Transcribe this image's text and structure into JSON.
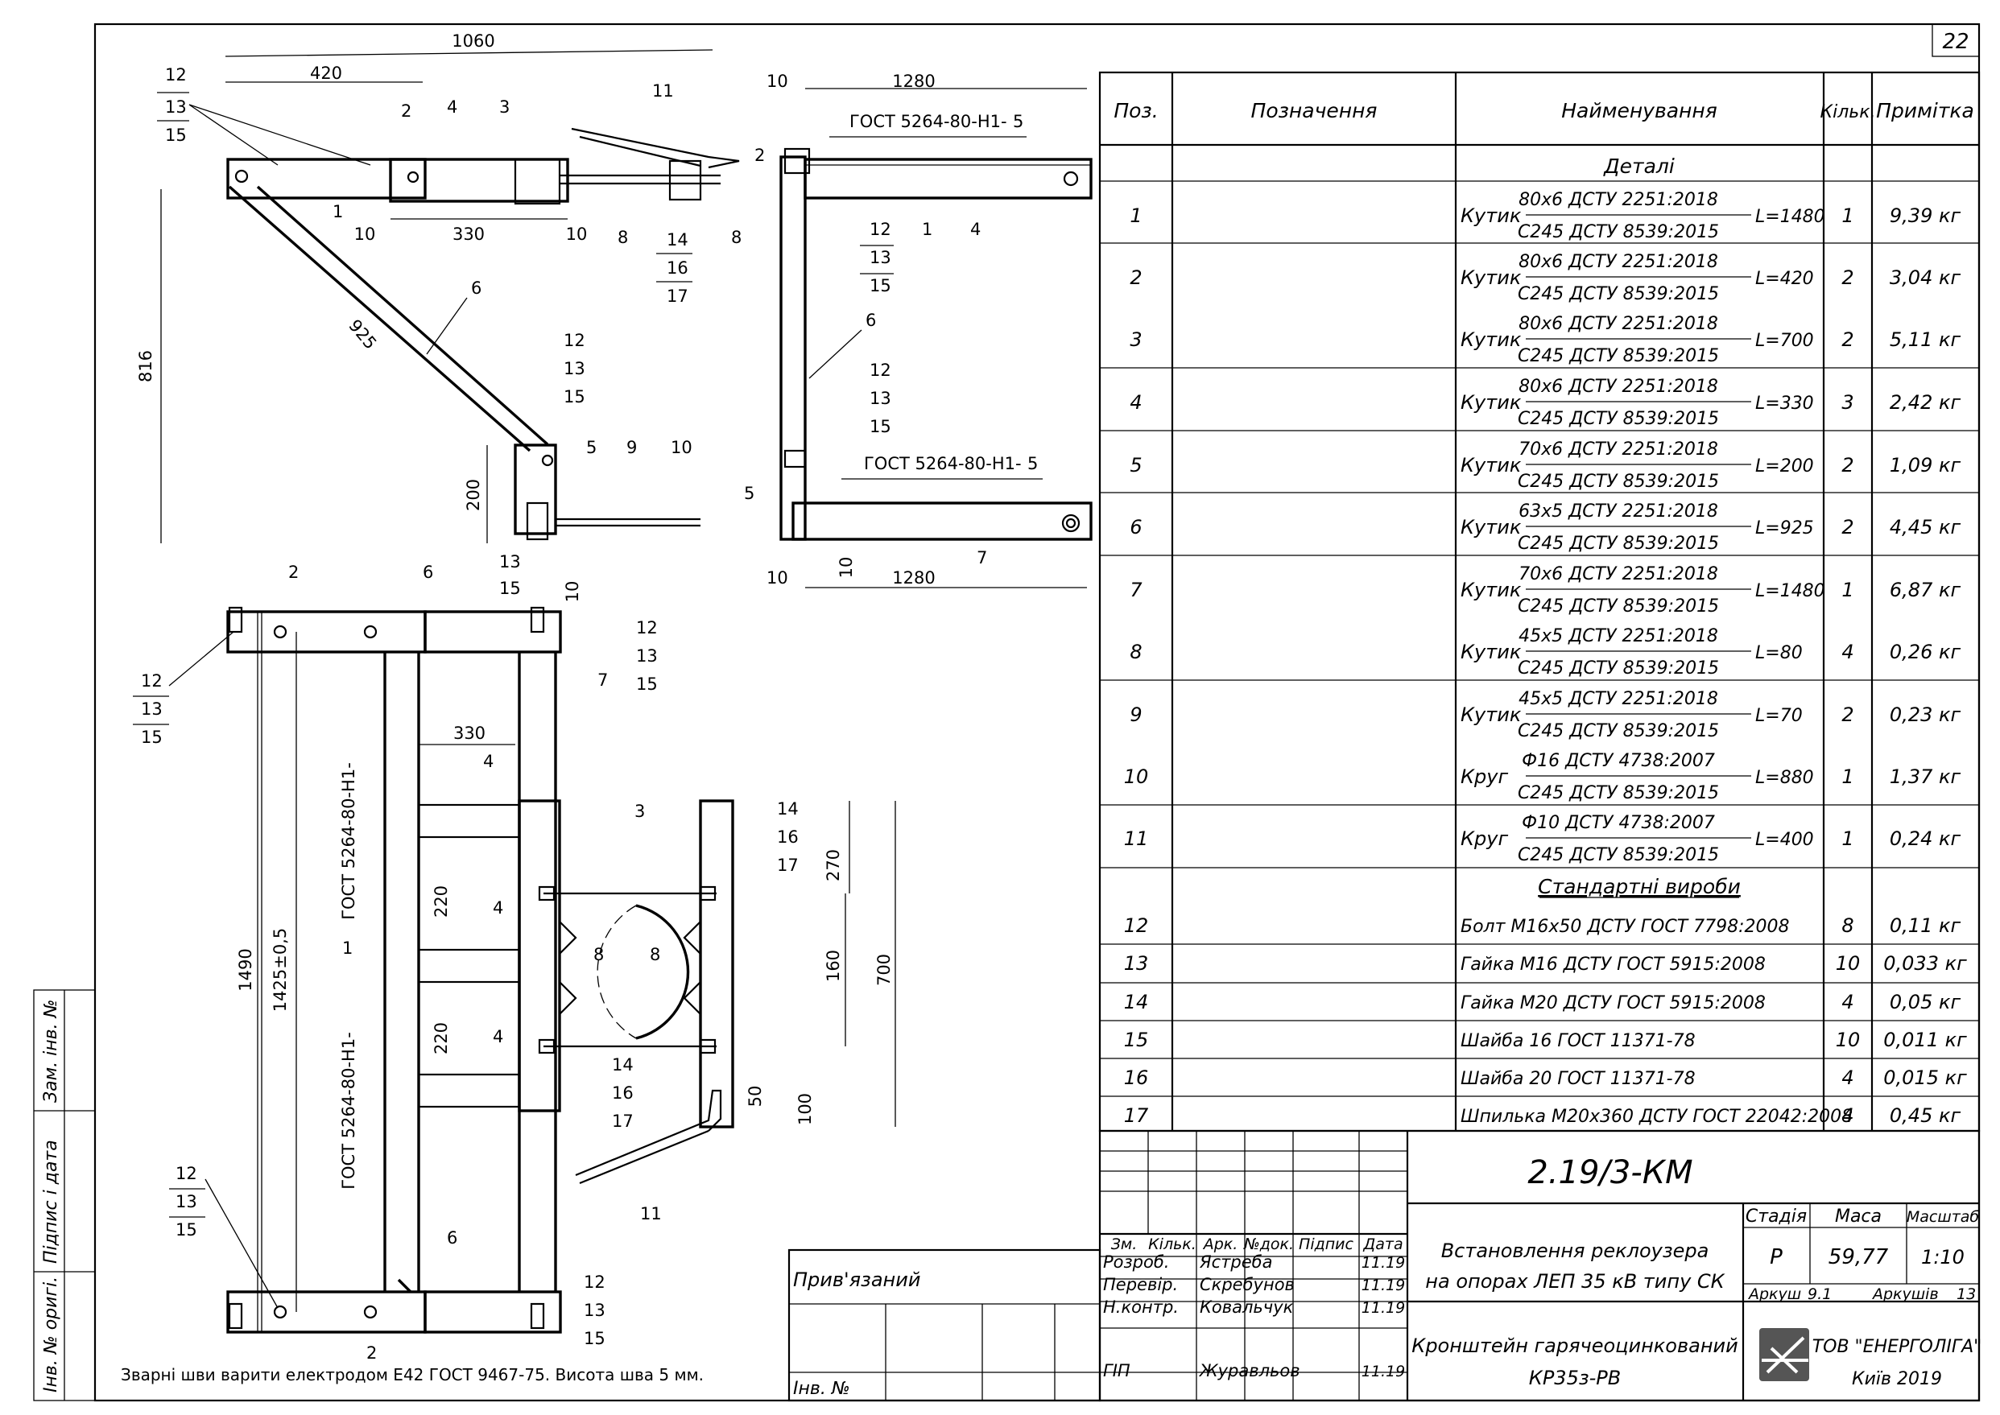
{
  "sheet_number": "22",
  "table": {
    "headers": [
      "Поз.",
      "Позначення",
      "Найменування",
      "Кільк.",
      "Примітка"
    ],
    "section_details": "Деталі",
    "section_standard": "Стандартні вироби",
    "rows": [
      {
        "pos": "1",
        "type": "Кутик",
        "top": "80x6 ДСТУ 2251:2018",
        "bottom": "С245 ДСТУ 8539:2015",
        "len": "L=1480",
        "qty": "1",
        "note": "9,39 кг"
      },
      {
        "pos": "2",
        "type": "Кутик",
        "top": "80x6 ДСТУ 2251:2018",
        "bottom": "С245 ДСТУ 8539:2015",
        "len": "L=420",
        "qty": "2",
        "note": "3,04 кг"
      },
      {
        "pos": "3",
        "type": "Кутик",
        "top": "80x6 ДСТУ 2251:2018",
        "bottom": "С245 ДСТУ 8539:2015",
        "len": "L=700",
        "qty": "2",
        "note": "5,11 кг"
      },
      {
        "pos": "4",
        "type": "Кутик",
        "top": "80x6 ДСТУ 2251:2018",
        "bottom": "С245 ДСТУ 8539:2015",
        "len": "L=330",
        "qty": "3",
        "note": "2,42 кг"
      },
      {
        "pos": "5",
        "type": "Кутик",
        "top": "70x6 ДСТУ 2251:2018",
        "bottom": "С245 ДСТУ 8539:2015",
        "len": "L=200",
        "qty": "2",
        "note": "1,09 кг"
      },
      {
        "pos": "6",
        "type": "Кутик",
        "top": "63x5 ДСТУ 2251:2018",
        "bottom": "С245 ДСТУ 8539:2015",
        "len": "L=925",
        "qty": "2",
        "note": "4,45 кг"
      },
      {
        "pos": "7",
        "type": "Кутик",
        "top": "70x6 ДСТУ 2251:2018",
        "bottom": "С245 ДСТУ 8539:2015",
        "len": "L=1480",
        "qty": "1",
        "note": "6,87 кг"
      },
      {
        "pos": "8",
        "type": "Кутик",
        "top": "45x5 ДСТУ 2251:2018",
        "bottom": "С245 ДСТУ 8539:2015",
        "len": "L=80",
        "qty": "4",
        "note": "0,26 кг"
      },
      {
        "pos": "9",
        "type": "Кутик",
        "top": "45x5 ДСТУ 2251:2018",
        "bottom": "С245 ДСТУ 8539:2015",
        "len": "L=70",
        "qty": "2",
        "note": "0,23 кг"
      },
      {
        "pos": "10",
        "type": "Круг",
        "top": "Ф16 ДСТУ 4738:2007",
        "bottom": "С245 ДСТУ 8539:2015",
        "len": "L=880",
        "qty": "1",
        "note": "1,37 кг"
      },
      {
        "pos": "11",
        "type": "Круг",
        "top": "Ф10 ДСТУ 4738:2007",
        "bottom": "С245 ДСТУ 8539:2015",
        "len": "L=400",
        "qty": "1",
        "note": "0,24 кг"
      }
    ],
    "standard_rows": [
      {
        "pos": "12",
        "name": "Болт М16х50 ДСТУ ГОСТ 7798:2008",
        "qty": "8",
        "note": "0,11 кг"
      },
      {
        "pos": "13",
        "name": "Гайка М16 ДСТУ ГОСТ 5915:2008",
        "qty": "10",
        "note": "0,033 кг"
      },
      {
        "pos": "14",
        "name": "Гайка М20 ДСТУ ГОСТ 5915:2008",
        "qty": "4",
        "note": "0,05 кг"
      },
      {
        "pos": "15",
        "name": "Шайба 16 ГОСТ 11371-78",
        "qty": "10",
        "note": "0,011 кг"
      },
      {
        "pos": "16",
        "name": "Шайба 20 ГОСТ 11371-78",
        "qty": "4",
        "note": "0,015 кг"
      },
      {
        "pos": "17",
        "name": "Шпилька М20х360 ДСТУ ГОСТ 22042:2008",
        "qty": "4",
        "note": "0,45 кг"
      }
    ]
  },
  "title_block": {
    "code": "2.19/3-КМ",
    "col_headers": [
      "Зм.",
      "Кільк.",
      "Арк.",
      "№док.",
      "Підпис",
      "Дата"
    ],
    "people": [
      {
        "role": "Розроб.",
        "name": "Ястреба",
        "date": "11.19"
      },
      {
        "role": "Перевір.",
        "name": "Скребунов",
        "date": "11.19"
      },
      {
        "role": "Н.контр.",
        "name": "Ковальчук",
        "date": "11.19"
      },
      {
        "role": "ГІП",
        "name": "Журавльов",
        "date": "11.19"
      }
    ],
    "project_line1": "Встановлення реклоузера",
    "project_line2": "на опорах ЛЕП 35 кВ типу СК",
    "stage_label": "Стадія",
    "mass_label": "Маса",
    "scale_label": "Масштаб",
    "stage": "Р",
    "mass": "59,77",
    "scale": "1:10",
    "sheet_label": "Аркуш",
    "sheet": "9.1",
    "sheets_label": "Аркушів",
    "sheets": "13",
    "drawing_line1": "Кронштейн гарячеоцинкований",
    "drawing_line2": "КР35з-РВ",
    "org_line1": "ТОВ \"ЕНЕРГОЛІГА\"",
    "org_line2": "Київ 2019",
    "linked_label": "Прив'язаний",
    "inv_label": "Інв. №"
  },
  "side_stamp": [
    "Інв. № оригі.",
    "Підпис і дата",
    "Зам. інв. №"
  ],
  "note": "Зварні шви варити електродом Е42 ГОСТ 9467-75. Висота шва 5 мм.",
  "drawing": {
    "dims": [
      "1060",
      "420",
      "330",
      "816",
      "925",
      "200",
      "10",
      "1280",
      "1490",
      "1425±0,5",
      "220",
      "270",
      "160",
      "700",
      "50",
      "100"
    ],
    "weld": "ГОСТ 5264-80-Н1-",
    "weld_size": "5",
    "callouts": [
      "1",
      "2",
      "3",
      "4",
      "5",
      "6",
      "7",
      "8",
      "9",
      "10",
      "11",
      "12",
      "13",
      "14",
      "15",
      "16",
      "17"
    ]
  }
}
